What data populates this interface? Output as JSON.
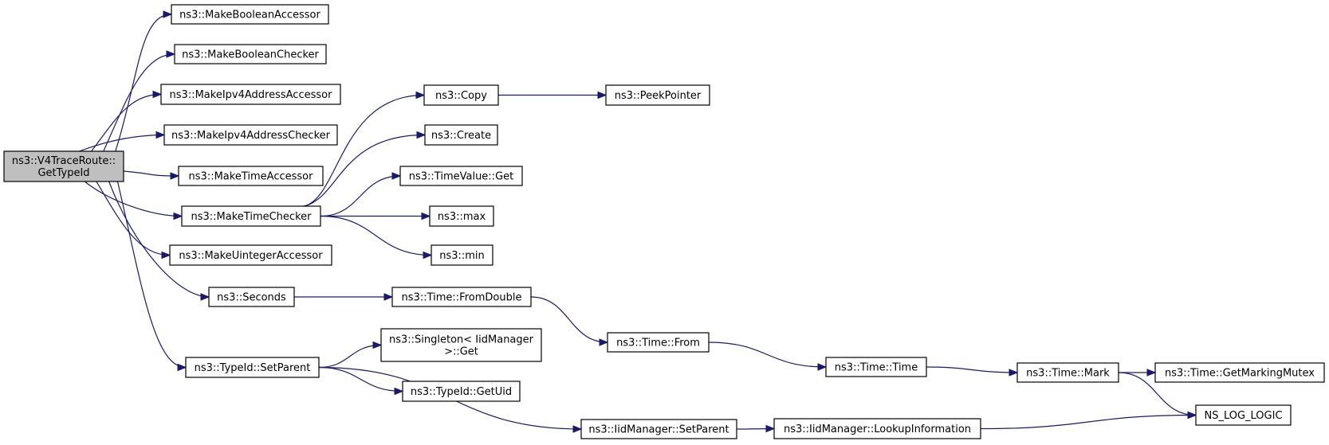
{
  "colors": {
    "edge": "#191970",
    "root_fill": "#bfbfbf",
    "node_fill": "#ffffff",
    "border": "#000000"
  },
  "nodes": {
    "root": [
      "ns3::V4TraceRoute::",
      "GetTypeId"
    ],
    "make_boolean_accessor": [
      "ns3::MakeBooleanAccessor"
    ],
    "make_boolean_checker": [
      "ns3::MakeBooleanChecker"
    ],
    "make_ipv4_address_accessor": [
      "ns3::MakeIpv4AddressAccessor"
    ],
    "make_ipv4_address_checker": [
      "ns3::MakeIpv4AddressChecker"
    ],
    "make_time_accessor": [
      "ns3::MakeTimeAccessor"
    ],
    "make_time_checker": [
      "ns3::MakeTimeChecker"
    ],
    "make_uinteger_accessor": [
      "ns3::MakeUintegerAccessor"
    ],
    "seconds": [
      "ns3::Seconds"
    ],
    "typeid_set_parent": [
      "ns3::TypeId::SetParent"
    ],
    "copy": [
      "ns3::Copy"
    ],
    "peek_pointer": [
      "ns3::PeekPointer"
    ],
    "create": [
      "ns3::Create"
    ],
    "timevalue_get": [
      "ns3::TimeValue::Get"
    ],
    "max": [
      "ns3::max"
    ],
    "min": [
      "ns3::min"
    ],
    "time_from_double": [
      "ns3::Time::FromDouble"
    ],
    "time_from": [
      "ns3::Time::From"
    ],
    "time_time": [
      "ns3::Time::Time"
    ],
    "time_mark": [
      "ns3::Time::Mark"
    ],
    "time_get_marking_mutex": [
      "ns3::Time::GetMarkingMutex"
    ],
    "ns_log_logic": [
      "NS_LOG_LOGIC"
    ],
    "singleton_get": [
      "ns3::Singleton< IidManager",
      ">::Get"
    ],
    "typeid_get_uid": [
      "ns3::TypeId::GetUid"
    ],
    "iidmanager_set_parent": [
      "ns3::IidManager::SetParent"
    ],
    "iidmanager_lookup_information": [
      "ns3::IidManager::LookupInformation"
    ]
  },
  "edges": [
    [
      "root",
      "make_boolean_accessor"
    ],
    [
      "root",
      "make_boolean_checker"
    ],
    [
      "root",
      "make_ipv4_address_accessor"
    ],
    [
      "root",
      "make_ipv4_address_checker"
    ],
    [
      "root",
      "make_time_accessor"
    ],
    [
      "root",
      "make_time_checker"
    ],
    [
      "root",
      "make_uinteger_accessor"
    ],
    [
      "root",
      "seconds"
    ],
    [
      "root",
      "typeid_set_parent"
    ],
    [
      "make_time_checker",
      "copy"
    ],
    [
      "make_time_checker",
      "create"
    ],
    [
      "make_time_checker",
      "timevalue_get"
    ],
    [
      "make_time_checker",
      "max"
    ],
    [
      "make_time_checker",
      "min"
    ],
    [
      "copy",
      "peek_pointer"
    ],
    [
      "seconds",
      "time_from_double"
    ],
    [
      "time_from_double",
      "time_from"
    ],
    [
      "time_from",
      "time_time"
    ],
    [
      "time_time",
      "time_mark"
    ],
    [
      "time_mark",
      "time_get_marking_mutex"
    ],
    [
      "time_mark",
      "ns_log_logic"
    ],
    [
      "typeid_set_parent",
      "singleton_get"
    ],
    [
      "typeid_set_parent",
      "typeid_get_uid"
    ],
    [
      "typeid_set_parent",
      "iidmanager_set_parent"
    ],
    [
      "iidmanager_set_parent",
      "iidmanager_lookup_information"
    ],
    [
      "iidmanager_lookup_information",
      "ns_log_logic"
    ]
  ]
}
